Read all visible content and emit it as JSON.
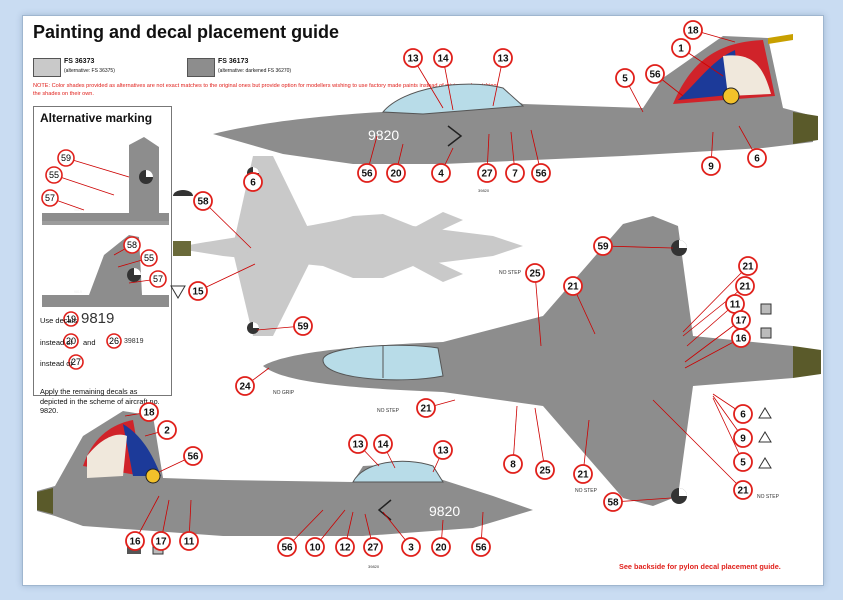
{
  "title": "Painting and decal placement guide",
  "swatches": [
    {
      "code": "FS 36373",
      "alt": "(alternative: FS 36375)",
      "color": "#c9c9c9"
    },
    {
      "code": "FS 36173",
      "alt": "(alternative: darkened FS 36270)",
      "color": "#8d8d8d"
    }
  ],
  "note": "NOTE: Color shades provided as alternatives are not exact matches to the original ones but provide option for modellers wishing to use factory made paints instead of mixing and matching the shades on their own.",
  "alternative": {
    "title": "Alternative marking",
    "use_label": "Use decals",
    "use_num": "19",
    "use_value": "9819",
    "instead1_label": "instead of",
    "instead1_num": "20",
    "and_label": "and",
    "and_num": "26",
    "and_value": "39819",
    "instead2_label": "instead of",
    "instead2_num": "27",
    "apply": "Apply the remaining decals as depicted in the scheme of aircraft no. 9820.",
    "callouts": [
      "59",
      "55",
      "57",
      "58",
      "55",
      "57"
    ]
  },
  "aircraft": {
    "side_number": "9820",
    "small_number": "39820"
  },
  "labels": {
    "no_step": "NO STEP",
    "no_grip": "NO GRIP"
  },
  "footer": "See backside for pylon decal placement guide.",
  "top_callouts": [
    "13",
    "14",
    "13",
    "18",
    "1",
    "5",
    "56",
    "20",
    "4",
    "27",
    "7",
    "56",
    "56",
    "9",
    "6"
  ],
  "plan_callouts": [
    "58",
    "15",
    "6",
    "59"
  ],
  "under_callouts": [
    "59",
    "25",
    "21",
    "21",
    "21",
    "11",
    "17",
    "16",
    "24",
    "21",
    "8",
    "25",
    "21",
    "6",
    "9",
    "5",
    "21",
    "58"
  ],
  "bottom_callouts": [
    "18",
    "2",
    "56",
    "16",
    "17",
    "11",
    "13",
    "14",
    "13",
    "56",
    "10",
    "12",
    "27",
    "3",
    "20",
    "56"
  ]
}
